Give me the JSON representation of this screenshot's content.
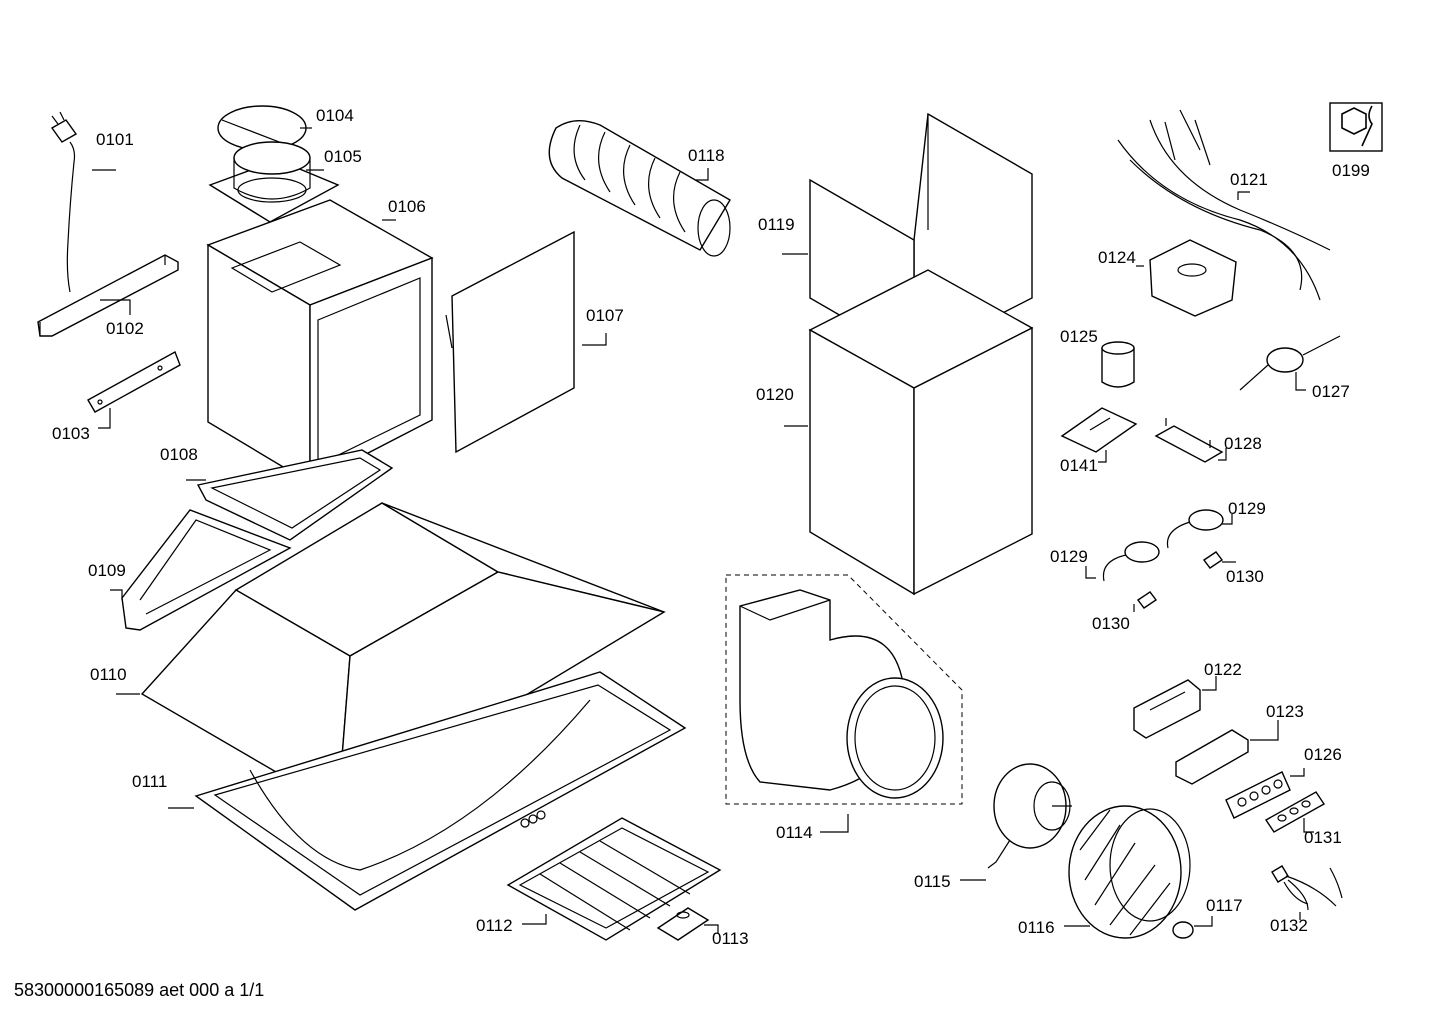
{
  "parts": {
    "p0101": "0101",
    "p0102": "0102",
    "p0103": "0103",
    "p0104": "0104",
    "p0105": "0105",
    "p0106": "0106",
    "p0107": "0107",
    "p0108": "0108",
    "p0109": "0109",
    "p0110": "0110",
    "p0111": "0111",
    "p0112": "0112",
    "p0113": "0113",
    "p0114": "0114",
    "p0115": "0115",
    "p0116": "0116",
    "p0117": "0117",
    "p0118": "0118",
    "p0119": "0119",
    "p0120": "0120",
    "p0121": "0121",
    "p0122": "0122",
    "p0123": "0123",
    "p0124": "0124",
    "p0125": "0125",
    "p0126": "0126",
    "p0127": "0127",
    "p0128": "0128",
    "p0129a": "0129",
    "p0129b": "0129",
    "p0130a": "0130",
    "p0130b": "0130",
    "p0131": "0131",
    "p0132": "0132",
    "p0141": "0141",
    "p0199": "0199"
  },
  "footer": "58300000165089 aet 000 a 1/1",
  "icons": {
    "service": "wrench-nut-icon"
  }
}
